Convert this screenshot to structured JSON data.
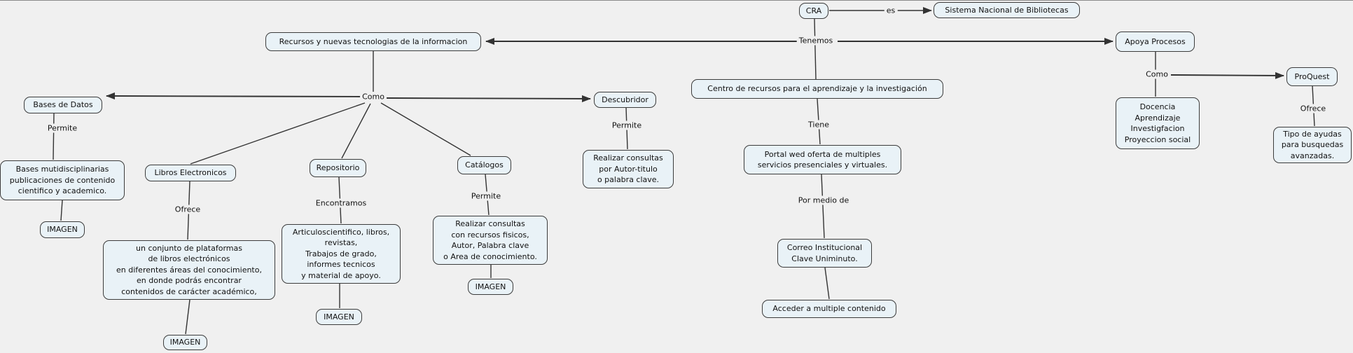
{
  "diagram": {
    "title": "Concept map: Sistema Nacional de Bibliotecas / CRA",
    "colors": {
      "background": "#f0f0f0",
      "node_fill": "#e9f2f7",
      "node_border": "#3c3c3c",
      "line": "#333333"
    },
    "nodes": {
      "cra": "CRA",
      "sistema": "Sistema Nacional de Bibliotecas",
      "recursos": "Recursos y nuevas tecnologias de la informacion",
      "apoya": "Apoya Procesos",
      "bases_datos": "Bases de Datos",
      "descubridor": "Descubridor",
      "centro": "Centro de recursos para el aprendizaje y la investigación",
      "proquest": "ProQuest",
      "docencia": "Docencia\nAprendizaje\nInvestigfacion\nProyeccion social",
      "tipo_ayudas": "Tipo de ayudas\npara busquedas\navanzadas.",
      "bases_detalle": "Bases mutidisciplinarias\npublicaciones de contenido\ncientifico y academico.",
      "libros": "Libros Electronicos",
      "libros_detalle": "un conjunto de plataformas\nde libros electrónicos\nen diferentes áreas del conocimiento,\nen donde podrás encontrar\ncontenidos de carácter académico,",
      "repositorio": "Repositorio",
      "repositorio_detalle": "Articuloscientifico, libros,\nrevistas,\nTrabajos de grado,\ninformes tecnicos\ny material de apoyo.",
      "catalogos": "Catálogos",
      "catalogos_detalle": "Realizar consultas\ncon recursos fisicos,\nAutor, Palabra clave\no Area de conocimiento.",
      "descubridor_detalle": "Realizar consultas\npor Autor-titulo\no palabra clave.",
      "portal": "Portal wed oferta de multiples\nservicios presenciales y virtuales.",
      "correo": "Correo Institucional\nClave Uniminuto.",
      "acceder": "Acceder a multiple contenido",
      "imagen": "IMAGEN"
    },
    "link_labels": {
      "es": "es",
      "tenemos": "Tenemos",
      "como": "Como",
      "permite": "Permite",
      "ofrece": "Ofrece",
      "encontramos": "Encontramos",
      "tiene": "Tiene",
      "por_medio_de": "Por medio de"
    }
  }
}
